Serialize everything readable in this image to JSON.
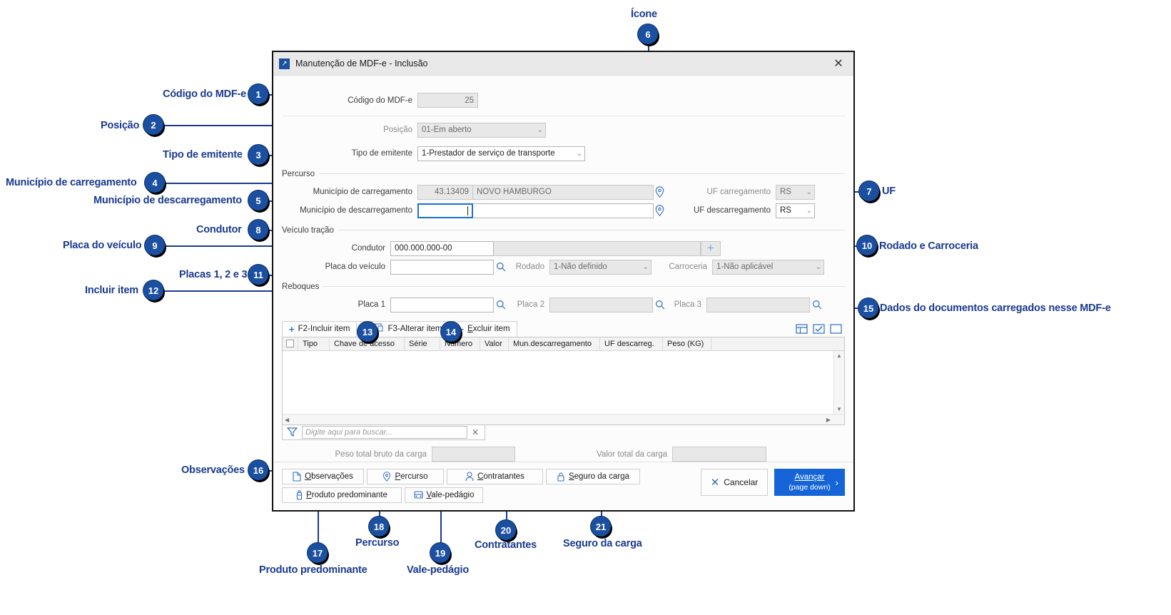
{
  "window": {
    "title": "Manutenção de MDF-e - Inclusão",
    "icon": "maximize-arrow-icon",
    "close": "✕"
  },
  "form": {
    "codigo_label": "Código do MDF-e",
    "codigo_value": "25",
    "posicao_label": "Posição",
    "posicao_value": "01-Em aberto",
    "tipo_emitente_label": "Tipo de emitente",
    "tipo_emitente_value": "1-Prestador de serviço de transporte"
  },
  "percurso": {
    "group_title": "Percurso",
    "mun_carreg_label": "Município de carregamento",
    "mun_carreg_code": "43.13409",
    "mun_carreg_name": "NOVO HAMBURGO",
    "mun_descarreg_label": "Município de descarregamento",
    "mun_descarreg_code": "",
    "mun_descarreg_name": "",
    "uf_carreg_label": "UF carregamento",
    "uf_carreg_value": "RS",
    "uf_descarreg_label": "UF descarregamento",
    "uf_descarreg_value": "RS"
  },
  "veiculo": {
    "group_title": "Veículo tração",
    "condutor_label": "Condutor",
    "condutor_value": "000.000.000-00",
    "condutor_name": "",
    "add_button": "+",
    "placa_label": "Placa do veículo",
    "placa_value": "",
    "rodado_label": "Rodado",
    "rodado_value": "1-Não definido",
    "carroceria_label": "Carroceria",
    "carroceria_value": "1-Não aplicável"
  },
  "reboques": {
    "group_title": "Reboques",
    "placa1_label": "Placa 1",
    "placa1_value": "",
    "placa2_label": "Placa 2",
    "placa2_value": "",
    "placa3_label": "Placa 3",
    "placa3_value": ""
  },
  "toolbar": {
    "incluir": "F2-Incluir item",
    "alterar": "F3-Alterar item",
    "excluir": "Excluir item",
    "icons": [
      "layout-columns-icon",
      "check-square-icon",
      "square-icon"
    ]
  },
  "grid": {
    "columns": [
      "Tipo",
      "Chave de acesso",
      "Série",
      "Número",
      "Valor",
      "Mun.descarregamento",
      "UF descarreg.",
      "Peso (KG)"
    ],
    "rows": [],
    "menu_icon": "kebab-menu-icon"
  },
  "filter": {
    "icon": "funnel-icon",
    "placeholder": "Digite aqui para buscar...",
    "value": "",
    "clear": "✕"
  },
  "totals": {
    "peso_label": "Peso total bruto da carga",
    "peso_value": "",
    "valor_label": "Valor total da carga",
    "valor_value": ""
  },
  "footer": {
    "buttons": [
      {
        "label": "Observações",
        "icon": "document-icon",
        "accesskey": "O"
      },
      {
        "label": "Percurso",
        "icon": "map-pin-icon",
        "accesskey": "P"
      },
      {
        "label": "Contratantes",
        "icon": "person-icon",
        "accesskey": "C"
      },
      {
        "label": "Seguro da carga",
        "icon": "lock-icon",
        "accesskey": "S"
      },
      {
        "label": "Produto predominante",
        "icon": "bottle-icon",
        "accesskey": "P"
      },
      {
        "label": "Vale-pedágio",
        "icon": "toll-icon",
        "accesskey": "V"
      }
    ],
    "cancel": "Cancelar",
    "cancel_icon": "x-icon",
    "next_line1": "Avançar",
    "next_line2": "(page down)",
    "next_chevron": "›",
    "accent": "#1565d8"
  },
  "annotations": {
    "accent": "#1a3a8f",
    "bubble_bg": "#1b4fa0",
    "items": [
      {
        "n": "1",
        "label": "Código do MDF-e"
      },
      {
        "n": "2",
        "label": "Posição"
      },
      {
        "n": "3",
        "label": "Tipo de emitente"
      },
      {
        "n": "4",
        "label": "Município de carregamento"
      },
      {
        "n": "5",
        "label": "Município de descarregamento"
      },
      {
        "n": "6",
        "label": "Ícone"
      },
      {
        "n": "7",
        "label": "UF"
      },
      {
        "n": "8",
        "label": "Condutor"
      },
      {
        "n": "9",
        "label": "Placa do veículo"
      },
      {
        "n": "10",
        "label": "Rodado e Carroceria"
      },
      {
        "n": "11",
        "label": "Placas 1, 2 e 3"
      },
      {
        "n": "12",
        "label": "Incluir item"
      },
      {
        "n": "13",
        "label": "Alterar item"
      },
      {
        "n": "14",
        "label": "Excluir item"
      },
      {
        "n": "15",
        "label": "Dados do documentos carregados nesse MDF-e"
      },
      {
        "n": "16",
        "label": "Observações"
      },
      {
        "n": "17",
        "label": "Produto predominante"
      },
      {
        "n": "18",
        "label": "Percurso"
      },
      {
        "n": "19",
        "label": "Vale-pedágio"
      },
      {
        "n": "20",
        "label": "Contratantes"
      },
      {
        "n": "21",
        "label": "Seguro da carga"
      }
    ]
  }
}
